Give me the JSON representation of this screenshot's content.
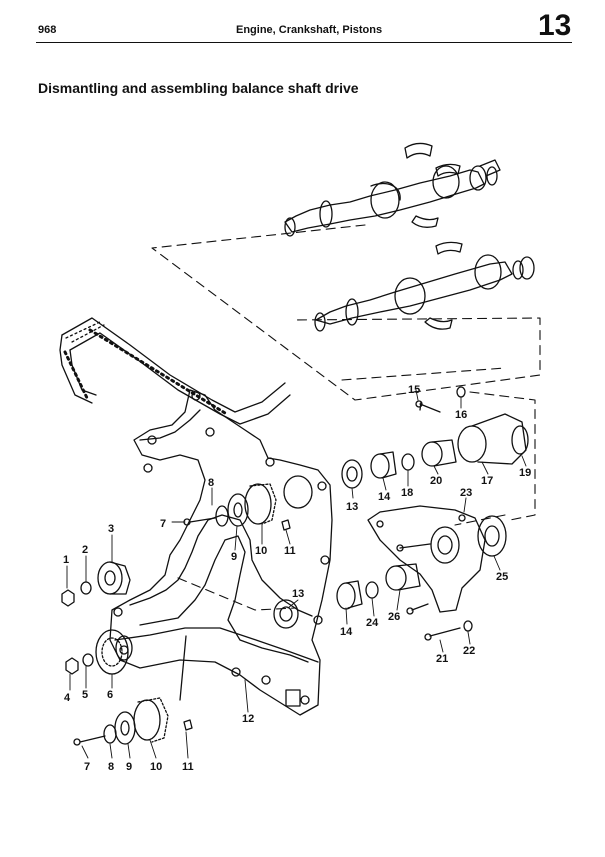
{
  "header": {
    "page_number": "968",
    "section_title": "Engine, Crankshaft, Pistons",
    "chapter": "13"
  },
  "title": "Dismantling and assembling balance shaft drive",
  "callouts": [
    "1",
    "2",
    "3",
    "4",
    "5",
    "6",
    "7",
    "8",
    "9",
    "10",
    "11",
    "12",
    "13",
    "14",
    "15",
    "16",
    "17",
    "18",
    "19",
    "20",
    "21",
    "22",
    "23",
    "24",
    "25",
    "26"
  ]
}
